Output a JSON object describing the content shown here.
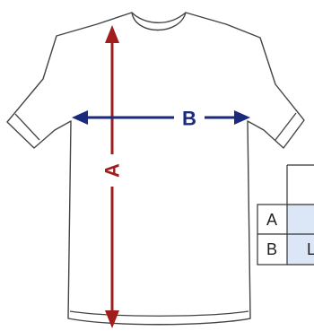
{
  "diagram": {
    "labels": {
      "length": "A",
      "width": "B"
    },
    "colors": {
      "outline": "#444444",
      "length_arrow": "#a01d1d",
      "width_arrow": "#1b2a7d",
      "table_cell": "#dbe6f7",
      "table_border": "#333333"
    }
  },
  "size_table": {
    "rows": [
      "A",
      "B"
    ],
    "partial_cell": "L"
  }
}
